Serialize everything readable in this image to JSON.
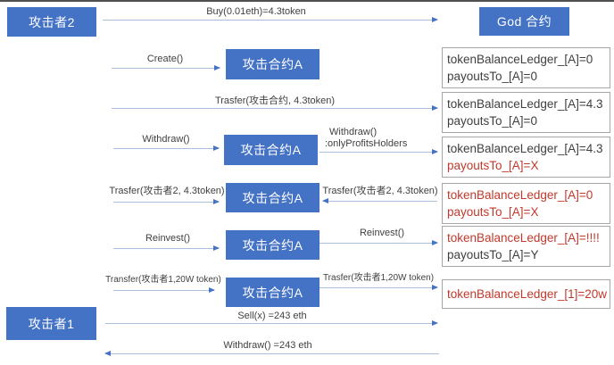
{
  "colors": {
    "accent_blue": "#4472C4",
    "connector_blue": "#A9BFDC",
    "alert_red": "#C0392B",
    "ledger_border_gray": "#A6A6A6",
    "text_dark": "#404040"
  },
  "nodes": {
    "attacker2": "攻击者2",
    "attacker1": "攻击者1",
    "god_contract": "God 合约",
    "attack_contract_a": "攻击合约A"
  },
  "messages": {
    "buy": "Buy(0.01eth)=4.3token",
    "create": "Create()",
    "transfer_contract": "Trasfer(攻击合约, 4.3token)",
    "withdraw": "Withdraw()",
    "withdraw_modifier": ":onlyProfitsHolders",
    "transfer_attacker2": "Trasfer(攻击者2, 4.3token)",
    "reinvest": "Reinvest()",
    "transfer_attacker1_left": "Transfer(攻击者1,20W token)",
    "transfer_attacker1_right": "Trasfer(攻击者1,20W token)",
    "sell": "Sell(x) =243 eth",
    "withdraw_final": "Withdraw() =243 eth"
  },
  "ledgers": [
    {
      "lines": [
        {
          "text": "tokenBalanceLedger_[A]=0",
          "red": false
        },
        {
          "text": "payoutsTo_[A]=0",
          "red": false
        }
      ]
    },
    {
      "lines": [
        {
          "text": "tokenBalanceLedger_[A]=4.3",
          "red": false
        },
        {
          "text": "payoutsTo_[A]=0",
          "red": false
        }
      ]
    },
    {
      "lines": [
        {
          "text": "tokenBalanceLedger_[A]=4.3",
          "red": false
        },
        {
          "text": "payoutsTo_[A]=X",
          "red": true
        }
      ]
    },
    {
      "lines": [
        {
          "text": "tokenBalanceLedger_[A]=0",
          "red": true
        },
        {
          "text": "payoutsTo_[A]=X",
          "red": true
        }
      ]
    },
    {
      "lines": [
        {
          "text": "tokenBalanceLedger_[A]=!!!!",
          "red": true
        },
        {
          "text": "payoutsTo_[A]=Y",
          "red": false
        }
      ]
    },
    {
      "lines": [
        {
          "text": "tokenBalanceLedger_[1]=20w",
          "red": true
        }
      ]
    }
  ]
}
